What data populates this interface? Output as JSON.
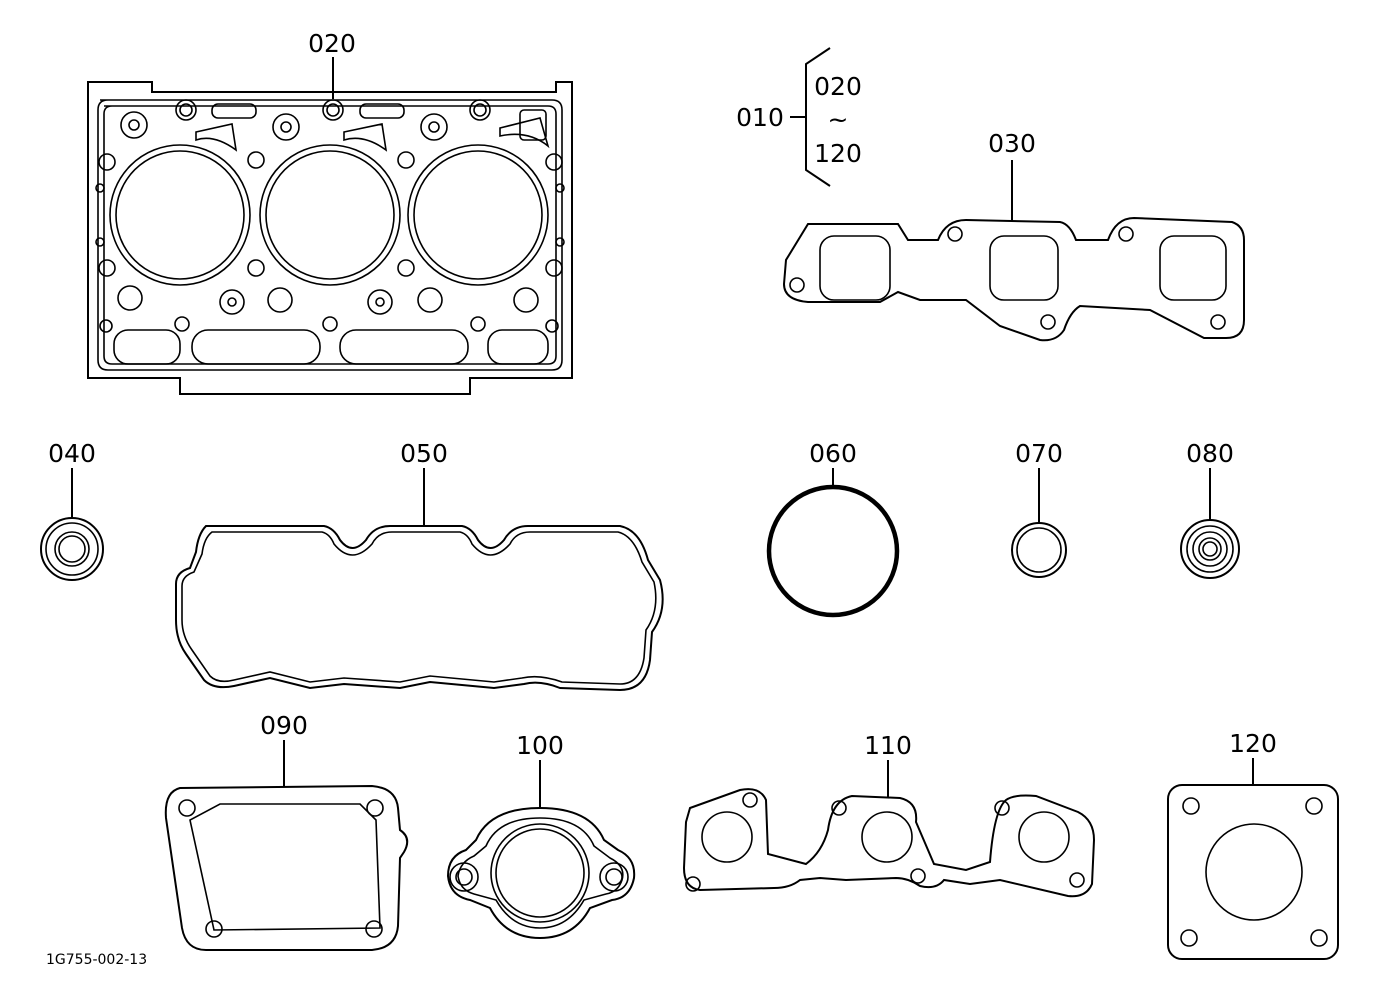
{
  "parts": {
    "p010": "010",
    "p020": "020",
    "p030": "030",
    "p040": "040",
    "p050": "050",
    "p060": "060",
    "p070": "070",
    "p080": "080",
    "p090": "090",
    "p100": "100",
    "p110": "110",
    "p120": "120"
  },
  "bracket": {
    "top": "020",
    "tilde": "~",
    "bottom": "120"
  },
  "drawing_number": "1G755-002-13"
}
